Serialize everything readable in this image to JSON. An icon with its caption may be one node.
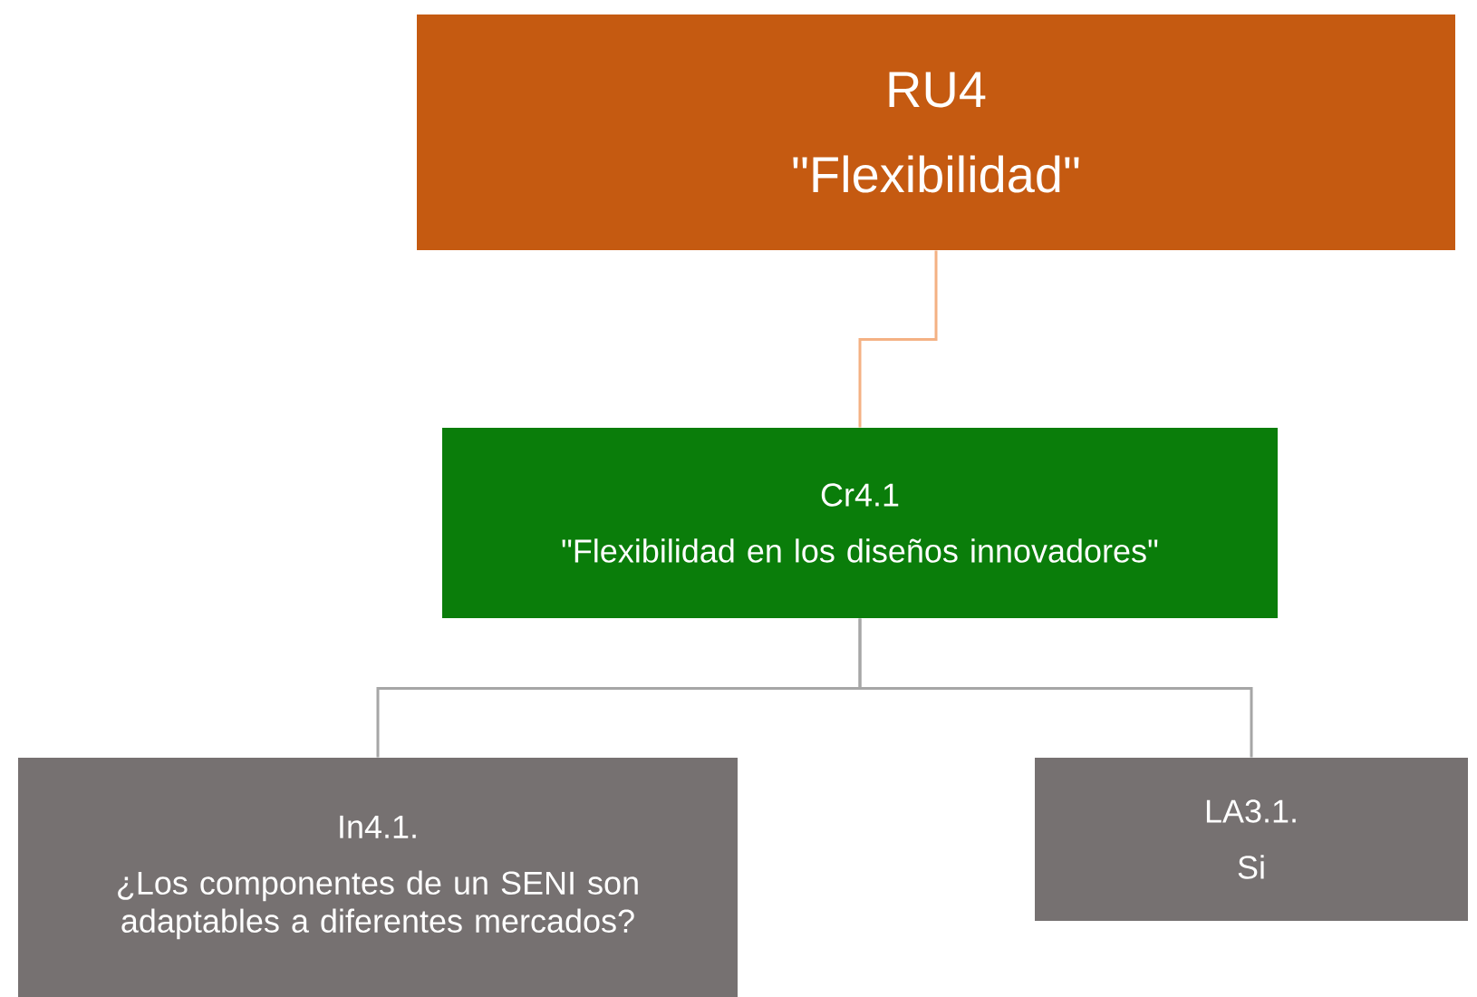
{
  "diagram": {
    "nodes": [
      {
        "text": [
          "RU4",
          "\"Flexibilidad\""
        ]
      },
      {
        "text": [
          "Cr4.1",
          "\"Flexibilidad en los diseños innovadores\""
        ]
      },
      {
        "text": [
          "In4.1.",
          "¿Los componentes de un SENI son adaptables a diferentes mercados?"
        ]
      },
      {
        "text": [
          "LA3.1.",
          "Si"
        ]
      }
    ],
    "edges": [
      {
        "from": 0,
        "to": 1,
        "arrow": "none",
        "color": "#f4b183"
      },
      {
        "from": 1,
        "to": 2,
        "arrow": "none"
      },
      {
        "from": 1,
        "to": 3,
        "arrow": "none"
      }
    ]
  }
}
